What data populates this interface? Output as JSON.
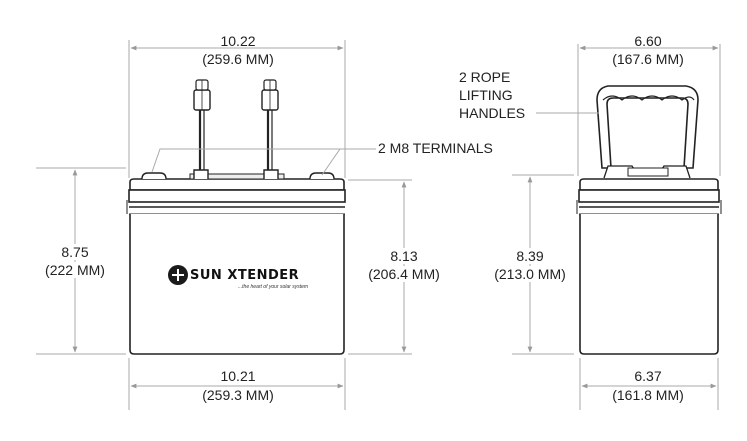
{
  "front_view": {
    "top_width": {
      "value": "10.22",
      "metric": "(259.6 MM)"
    },
    "bottom_width": {
      "value": "10.21",
      "metric": "(259.3 MM)"
    },
    "total_height": {
      "value": "8.75",
      "metric": "(222 MM)"
    },
    "case_height": {
      "value": "8.13",
      "metric": "(206.4 MM)"
    },
    "terminals_callout": "2 M8 TERMINALS",
    "logo": {
      "brand": "SUN XTENDER",
      "tagline": "...the heart of your solar system"
    }
  },
  "side_view": {
    "top_width": {
      "value": "6.60",
      "metric": "(167.6 MM)"
    },
    "bottom_width": {
      "value": "6.37",
      "metric": "(161.8 MM)"
    },
    "height": {
      "value": "8.39",
      "metric": "(213.0 MM)"
    },
    "handles_callout": [
      "2 ROPE",
      "LIFTING",
      "HANDLES"
    ]
  },
  "colors": {
    "line": "#222222",
    "dim_line": "#aaaaaa",
    "case_fill": "#ffffff"
  }
}
